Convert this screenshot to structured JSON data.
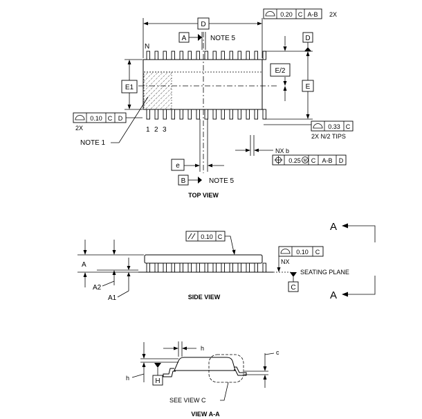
{
  "top_view": {
    "title": "TOP VIEW",
    "dim_d": "D",
    "dim_e": "E",
    "dim_e1": "E1",
    "dim_e_half": "E/2",
    "dim_e_pitch": "e",
    "pin_n": "N",
    "pin_labels": [
      "1",
      "2",
      "3"
    ],
    "datum_a": "A",
    "datum_b": "B",
    "datum_d": "D",
    "note5": "NOTE 5",
    "note1": "NOTE 1",
    "fcf_top": {
      "tol": "0.20",
      "ref1": "C",
      "ref2": "A-B",
      "count": "2X"
    },
    "fcf_left": {
      "tol": "0.10",
      "ref1": "C",
      "ref2": "D",
      "count": "2X"
    },
    "fcf_right": {
      "tol": "0.33",
      "ref1": "C",
      "count": "2X N/2 TIPS"
    },
    "fcf_pos": {
      "label": "NX b",
      "tol": "0.25",
      "mod": "M",
      "ref1": "C",
      "ref2": "A-B",
      "ref3": "D"
    }
  },
  "side_view": {
    "title": "SIDE VIEW",
    "dim_a": "A",
    "dim_a1": "A1",
    "dim_a2": "A2",
    "fcf_parallel": {
      "tol": "0.10",
      "ref1": "C"
    },
    "fcf_profile": {
      "tol": "0.10",
      "ref1": "C",
      "count": "NX"
    },
    "seating_plane": "SEATING PLANE",
    "datum_c": "C",
    "section_letter_top": "A",
    "section_letter_bottom": "A"
  },
  "view_aa": {
    "title": "VIEW A-A",
    "dim_h_top": "h",
    "dim_h_left": "h",
    "dim_c": "c",
    "datum_h": "H",
    "see_view": "SEE VIEW C"
  },
  "icons": [
    "profile-of-surface-icon",
    "parallelism-icon",
    "position-icon",
    "datum-triangle-icon"
  ]
}
